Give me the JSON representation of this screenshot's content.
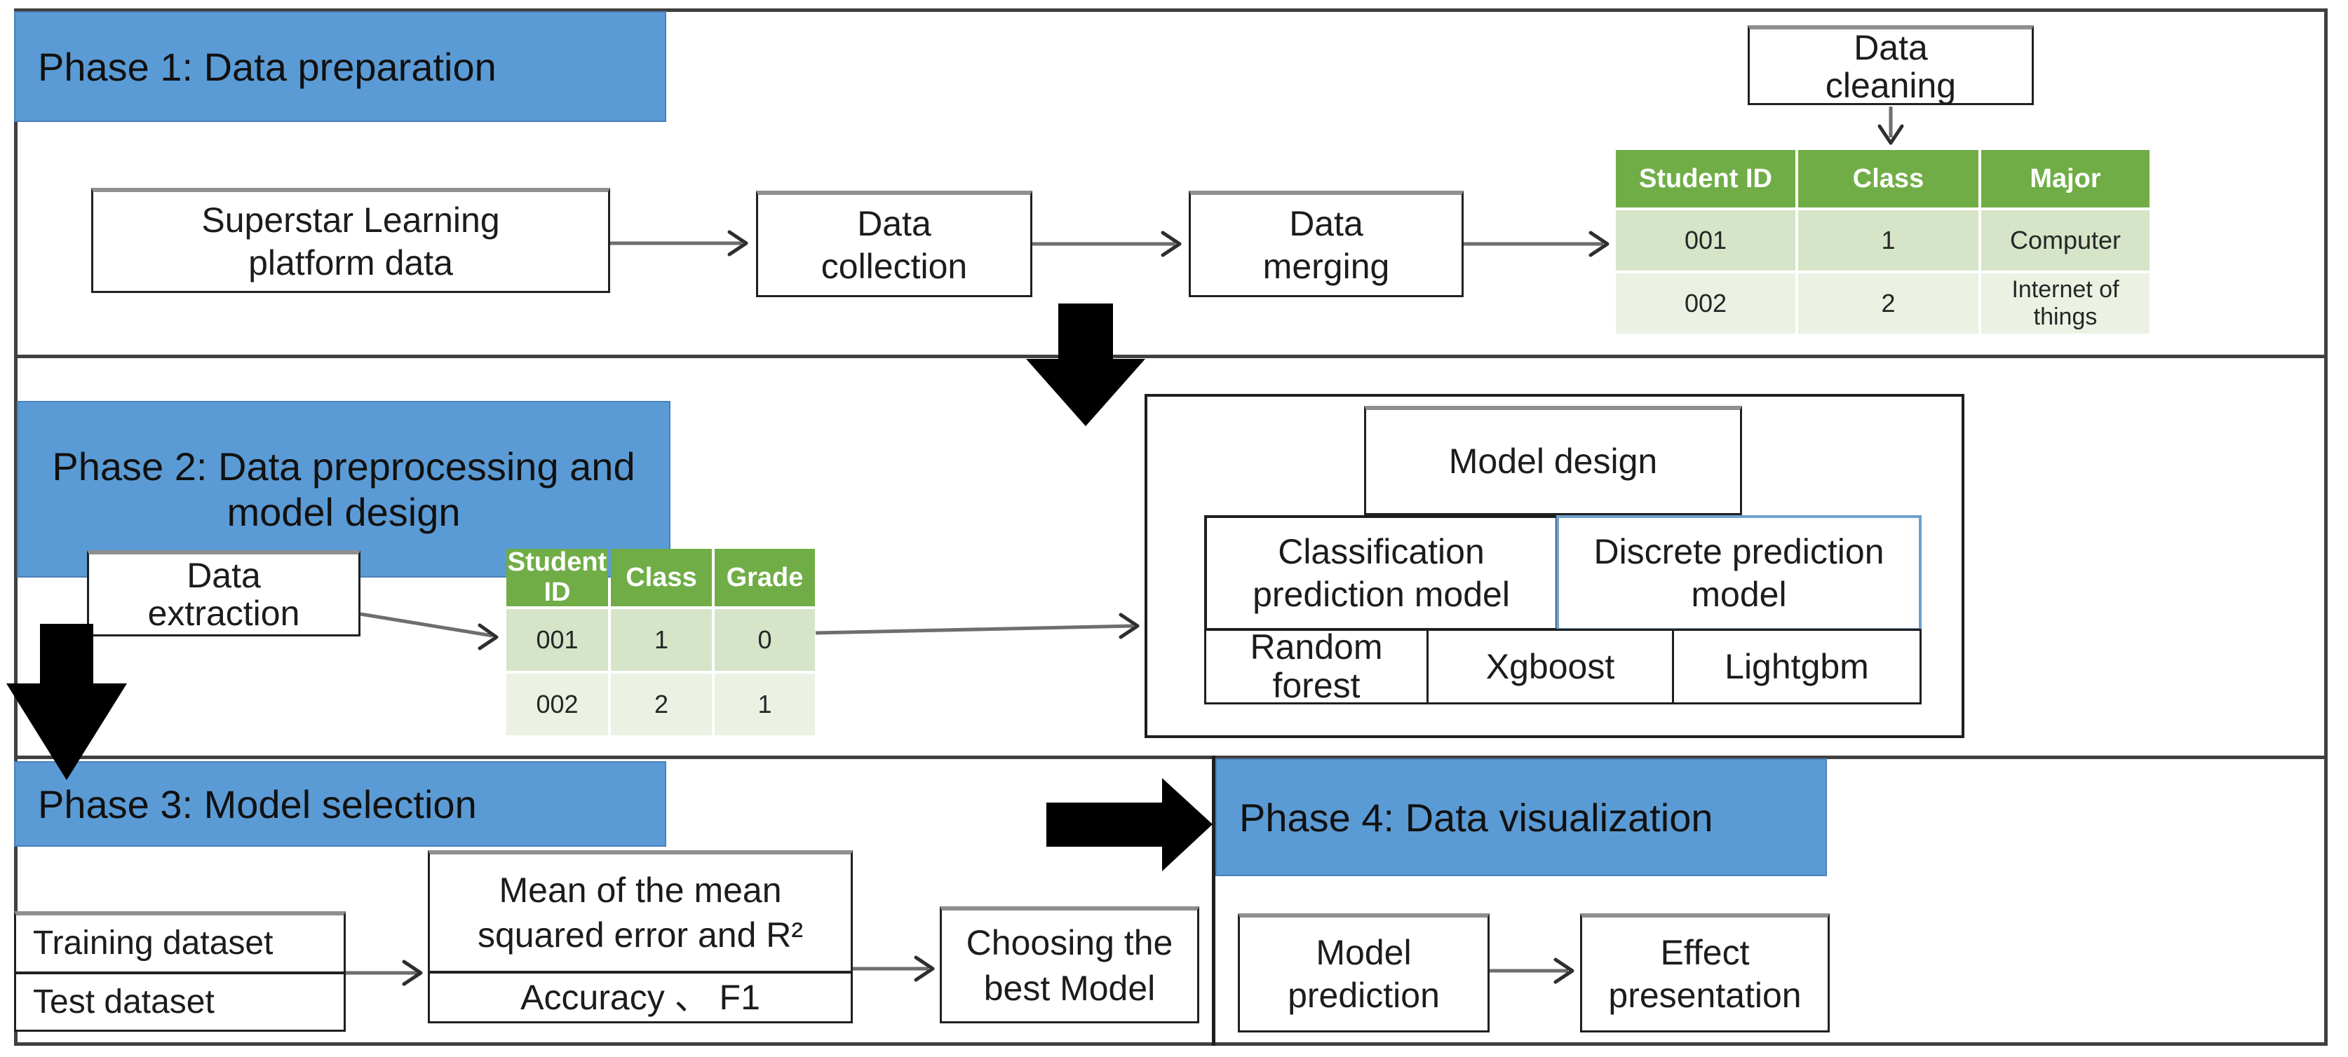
{
  "diagram": {
    "colors": {
      "phase_header_bg": "#5b9bd5",
      "table_header_bg": "#70ad47",
      "table_row_odd_bg": "#d6e4c8",
      "table_row_even_bg": "#ebf1e3",
      "discrete_box_border": "#6fa0d0",
      "block_arrow": "#000000",
      "connector": "#6e6e6e"
    },
    "phase1": {
      "title": "Phase 1: Data preparation",
      "source_box": "Superstar Learning platform data",
      "collection_box": "Data collection",
      "merging_box": "Data merging",
      "cleaning_box": "Data cleaning",
      "table": {
        "headers": [
          "Student ID",
          "Class",
          "Major"
        ],
        "rows": [
          [
            "001",
            "1",
            "Computer"
          ],
          [
            "002",
            "2",
            "Internet of things"
          ]
        ]
      }
    },
    "phase2": {
      "title": "Phase 2: Data preprocessing and model design",
      "extraction_box": "Data extraction",
      "table": {
        "headers": [
          "Student ID",
          "Class",
          "Grade"
        ],
        "rows": [
          [
            "001",
            "1",
            "0"
          ],
          [
            "002",
            "2",
            "1"
          ]
        ]
      },
      "model_design": {
        "title": "Model design",
        "classification_box": "Classification prediction model",
        "discrete_box": "Discrete prediction model",
        "models": [
          "Random forest",
          "Xgboost",
          "Lightgbm"
        ]
      }
    },
    "phase3": {
      "title": "Phase 3: Model selection",
      "training_box": "Training dataset",
      "test_box": "Test dataset",
      "metrics_regression": "Mean of the mean squared error and R²",
      "metrics_classification": "Accuracy 、 F1",
      "choosing_box": "Choosing the best Model"
    },
    "phase4": {
      "title": "Phase 4: Data visualization",
      "prediction_box": "Model prediction",
      "presentation_box": "Effect presentation"
    }
  }
}
